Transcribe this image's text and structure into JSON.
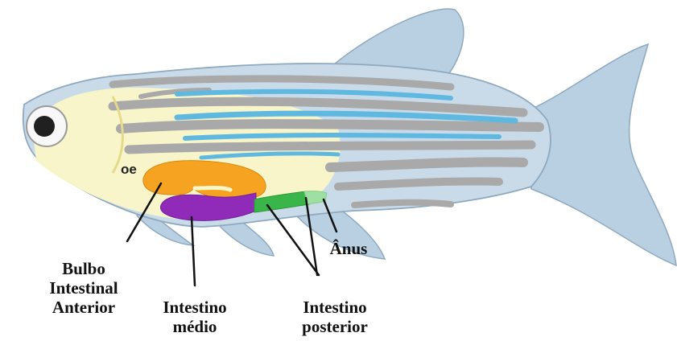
{
  "labels": {
    "oe": "oe",
    "bulbo": [
      "Bulbo",
      "Intestinal",
      "Anterior"
    ],
    "medio": [
      "Intestino",
      "médio"
    ],
    "posterior": [
      "Intestino",
      "posterior"
    ],
    "anus": "Ânus"
  },
  "colors": {
    "body": "#c9dbe9",
    "belly": "#fbf7c8",
    "fin": "#b9cfe2",
    "stripe_gray": "#a9a9a9",
    "stripe_blue": "#5fb8df",
    "bulb": "#f5a320",
    "midgut": "#8f2bb8",
    "hindgut": "#39b54a",
    "hindgut_light": "#9ee0a4",
    "eye": "#202020",
    "line": "#111111"
  }
}
